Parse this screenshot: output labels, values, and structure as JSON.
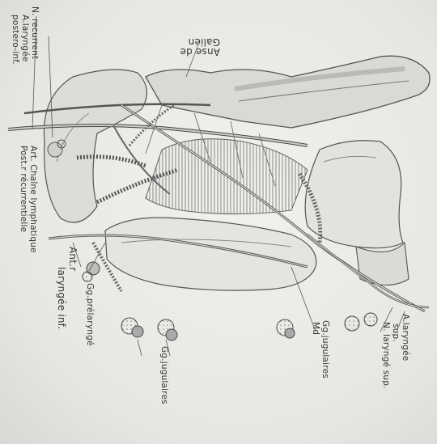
{
  "labels": {
    "anse_galien_1": "Anse de",
    "anse_galien_2": "Galien",
    "n_recurrent": "N. recurrent",
    "a_laryngee_1": "A.laryngée",
    "a_laryngee_2": "postero-inf.",
    "art_chaine_1": "Art.  Chaîne  lymphatique",
    "art_chaine_2": "Post.r  récurrentielle",
    "anterieure": "Ant.r",
    "laryngee_inf": "laryngée inf.",
    "gg_prelarynge": "Gg.prélaryngé",
    "gg_jugulaires_left": "Gg.jugulaires",
    "a_laryngee_sup": "A.laryngée",
    "sup": "sup.",
    "n_larynge_sup": "N. laryngé sup.",
    "gg_jugulaires_right_1": "Gg.jugulaires",
    "gg_jugulaires_right_2": "Md"
  }
}
